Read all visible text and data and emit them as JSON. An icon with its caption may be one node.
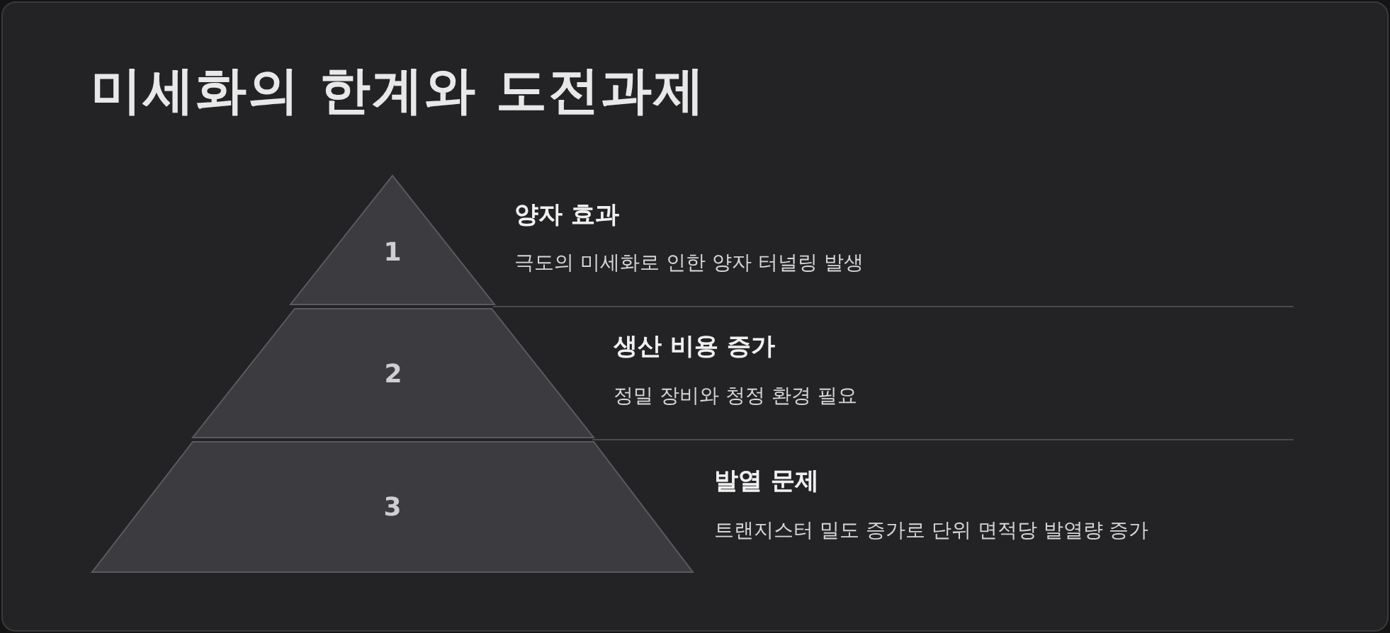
{
  "diagram": {
    "title": "미세화의 한계와 도전과제",
    "nodes": [
      {
        "text": [
          "1"
        ],
        "beside": [
          "양자 효과",
          "극도의 미세화로 인한 양자 터널링 발생"
        ]
      },
      {
        "text": [
          "2"
        ],
        "beside": [
          "생산 비용 증가",
          "정밀 장비와 청정 환경 필요"
        ]
      },
      {
        "text": [
          "3"
        ],
        "beside": [
          "발열 문제",
          "트랜지스터 밀도 증가로 단위 면적당 발열량 증가"
        ]
      }
    ],
    "edges": []
  }
}
